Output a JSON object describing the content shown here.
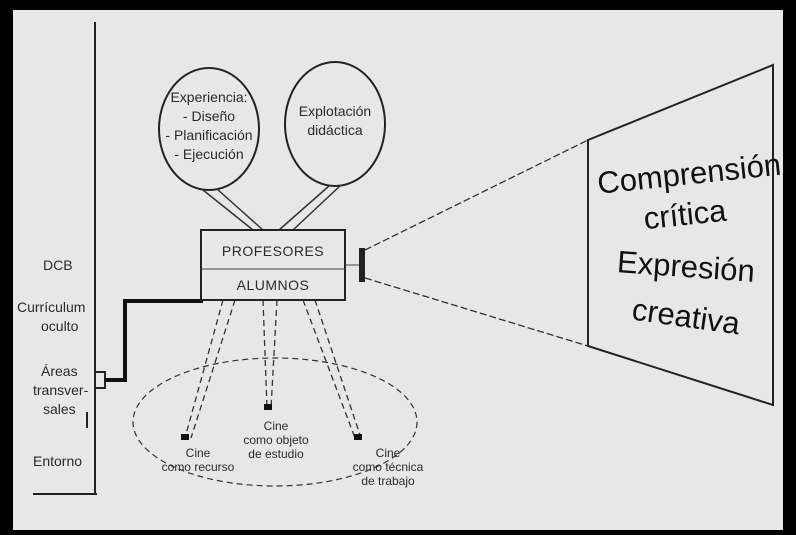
{
  "left_labels": {
    "dcb": "DCB",
    "curriculum": "Currículum",
    "oculto": "oculto",
    "areas": "Áreas",
    "transver": "transver-",
    "sales": "sales",
    "entorno": "Entorno"
  },
  "circles": {
    "experiencia": {
      "title": "Experiencia:",
      "item1": "- Diseño",
      "item2": "- Planificación",
      "item3": "- Ejecución"
    },
    "explotacion": {
      "line1": "Explotación",
      "line2": "didáctica"
    }
  },
  "projector": {
    "top_label": "PROFESORES",
    "bottom_label": "ALUMNOS"
  },
  "tripod_labels": {
    "recurso_1": "Cine",
    "recurso_2": "como recurso",
    "objeto_1": "Cine",
    "objeto_2": "como objeto",
    "objeto_3": "de estudio",
    "tecnica_1": "Cine",
    "tecnica_2": "como técnica",
    "tecnica_3": "de trabajo"
  },
  "screen": {
    "line1": "Comprensión",
    "line2": "crítica",
    "line3": "Expresión",
    "line4": "creativa"
  }
}
